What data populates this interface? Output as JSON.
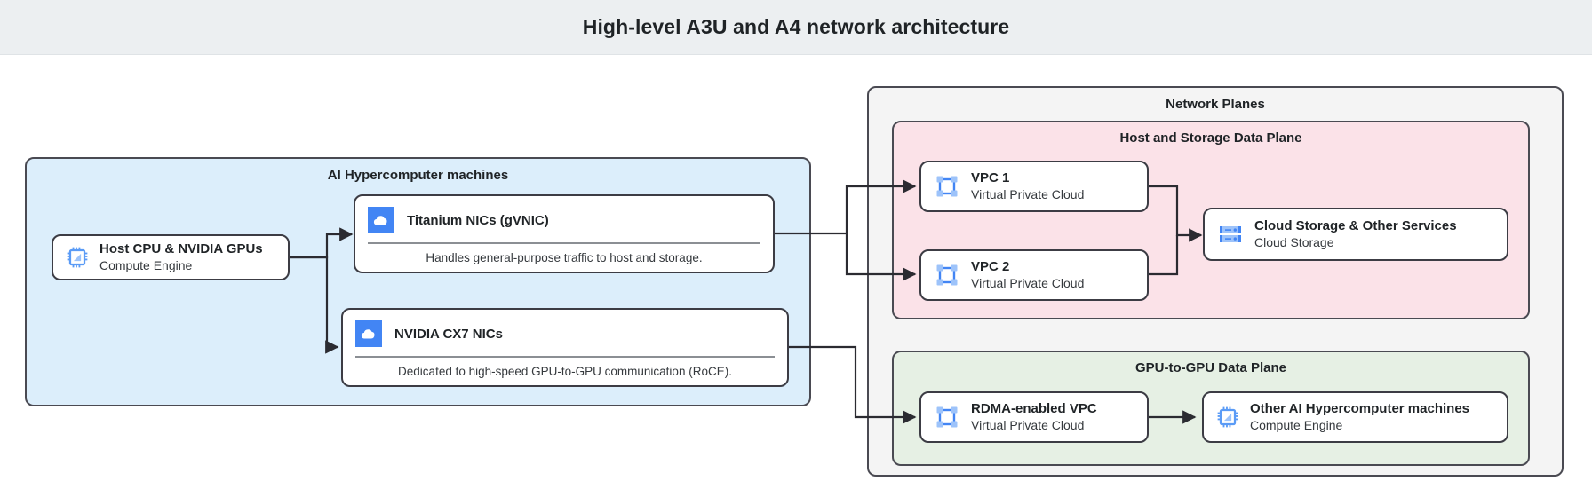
{
  "header": {
    "title": "High-level A3U and A4 network architecture"
  },
  "groups": {
    "machines": {
      "title": "AI Hypercomputer machines"
    },
    "planes": {
      "title": "Network Planes"
    },
    "host_plane": {
      "title": "Host and Storage Data Plane"
    },
    "gpu_plane": {
      "title": "GPU-to-GPU Data Plane"
    }
  },
  "nodes": {
    "host_cpu": {
      "title": "Host CPU & NVIDIA GPUs",
      "subtitle": "Compute Engine",
      "icon": "cpu-chip-icon"
    },
    "titanium_nic": {
      "title": "Titanium NICs (gVNIC)",
      "caption": "Handles general-purpose traffic to host and storage.",
      "icon": "cloud-icon"
    },
    "cx7_nic": {
      "title": "NVIDIA CX7 NICs",
      "caption": "Dedicated to high-speed GPU-to-GPU communication (RoCE).",
      "icon": "cloud-icon"
    },
    "vpc1": {
      "title": "VPC 1",
      "subtitle": "Virtual Private Cloud",
      "icon": "vpc-icon"
    },
    "vpc2": {
      "title": "VPC 2",
      "subtitle": "Virtual Private Cloud",
      "icon": "vpc-icon"
    },
    "cloud_storage": {
      "title": "Cloud Storage & Other Services",
      "subtitle": "Cloud Storage",
      "icon": "storage-icon"
    },
    "rdma_vpc": {
      "title": "RDMA-enabled VPC",
      "subtitle": "Virtual Private Cloud",
      "icon": "vpc-icon"
    },
    "other_machines": {
      "title": "Other AI Hypercomputer machines",
      "subtitle": "Compute Engine",
      "icon": "cpu-chip-icon"
    }
  },
  "colors": {
    "header_bg": "#eceff1",
    "machines_bg": "#dceefb",
    "planes_bg": "#f4f4f4",
    "host_plane_bg": "#fbe2e8",
    "gpu_plane_bg": "#e6f0e4",
    "border": "#3c3c44",
    "icon_blue": "#4285f4",
    "icon_blue_light": "#8ab4f8",
    "text": "#1f2326"
  }
}
